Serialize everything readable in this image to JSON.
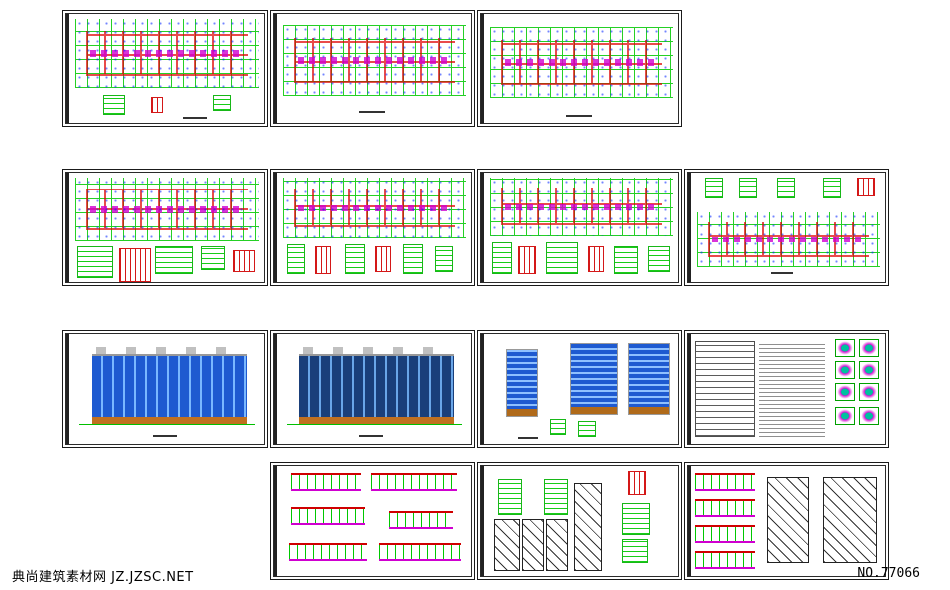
{
  "watermark": {
    "site_text": "典尚建筑素材网 JZ.JZSC.NET",
    "id_text": "NO.77066"
  },
  "colors": {
    "sheet_border": "#1a1a1a",
    "grid_green": "#00c800",
    "wall_red": "#e00000",
    "accent_magenta": "#d000d0",
    "facade_blue": "#1e5ad0",
    "base_brown": "#c07020"
  },
  "sheets": [
    {
      "row": 1,
      "col": 1,
      "kind": "floor-plan-with-details"
    },
    {
      "row": 1,
      "col": 2,
      "kind": "floor-plan"
    },
    {
      "row": 1,
      "col": 3,
      "kind": "floor-plan"
    },
    {
      "row": 2,
      "col": 1,
      "kind": "floor-plan-with-details"
    },
    {
      "row": 2,
      "col": 2,
      "kind": "floor-plan-with-details"
    },
    {
      "row": 2,
      "col": 3,
      "kind": "floor-plan-with-details"
    },
    {
      "row": 2,
      "col": 4,
      "kind": "roof-plan-with-details"
    },
    {
      "row": 3,
      "col": 1,
      "kind": "front-elevation"
    },
    {
      "row": 3,
      "col": 2,
      "kind": "rear-elevation"
    },
    {
      "row": 3,
      "col": 3,
      "kind": "side-elevations"
    },
    {
      "row": 3,
      "col": 4,
      "kind": "design-notes"
    },
    {
      "row": 4,
      "col": 2,
      "kind": "unit-plans"
    },
    {
      "row": 4,
      "col": 3,
      "kind": "stair-sections"
    },
    {
      "row": 4,
      "col": 4,
      "kind": "unit-plans-and-sections"
    }
  ]
}
